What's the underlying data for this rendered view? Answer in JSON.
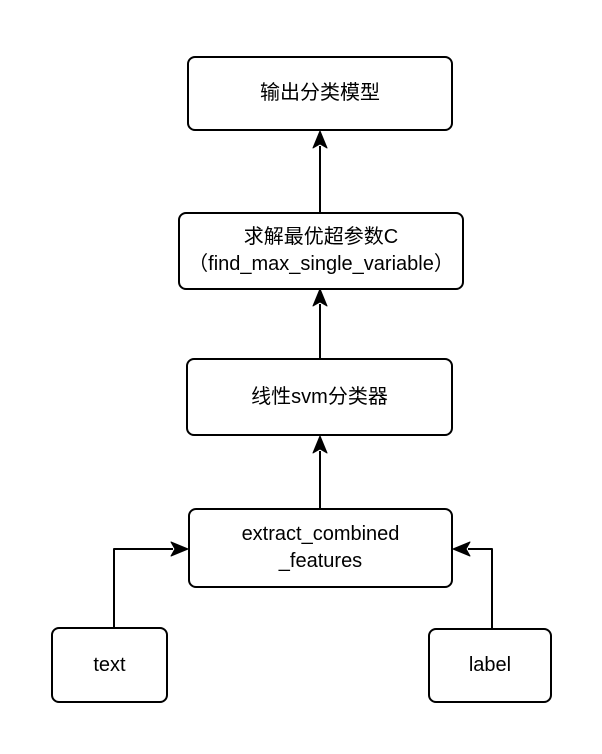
{
  "diagram": {
    "background_color": "#ffffff",
    "line_color": "#000000",
    "node_fill_color": "#ffffff",
    "nodes": {
      "output_model": {
        "label": "输出分类模型"
      },
      "find_max": {
        "line1": "求解最优超参数C",
        "line2": "（find_max_single_variable）"
      },
      "svm": {
        "label": "线性svm分类器"
      },
      "extract": {
        "line1": "extract_combined",
        "line2": "_features"
      },
      "text_input": {
        "label": "text"
      },
      "label_input": {
        "label": "label"
      }
    }
  }
}
